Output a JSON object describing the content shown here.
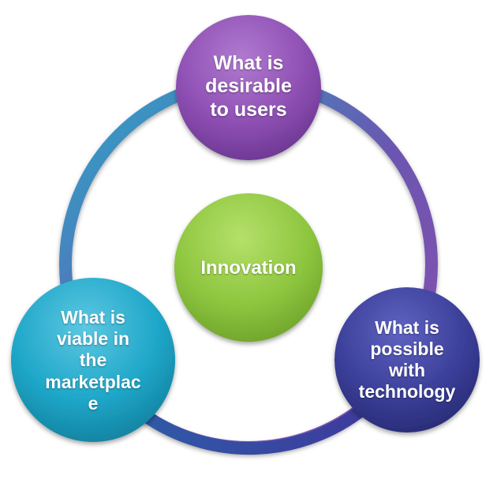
{
  "diagram": {
    "center": {
      "label": "Innovation",
      "color": "#8ec63f"
    },
    "top": {
      "lines": [
        "What is",
        "desirable",
        "to users"
      ],
      "color": "#8e4fb3"
    },
    "right": {
      "lines": [
        "What is",
        "possible",
        "with",
        "technology"
      ],
      "color": "#3b3f99"
    },
    "left": {
      "lines": [
        "What is",
        "viable in",
        "the",
        "marketplac",
        "e"
      ],
      "color": "#1ea6c8"
    },
    "ring_colors": [
      "#2aa8c8",
      "#6c55b0",
      "#8a4fb0"
    ]
  }
}
